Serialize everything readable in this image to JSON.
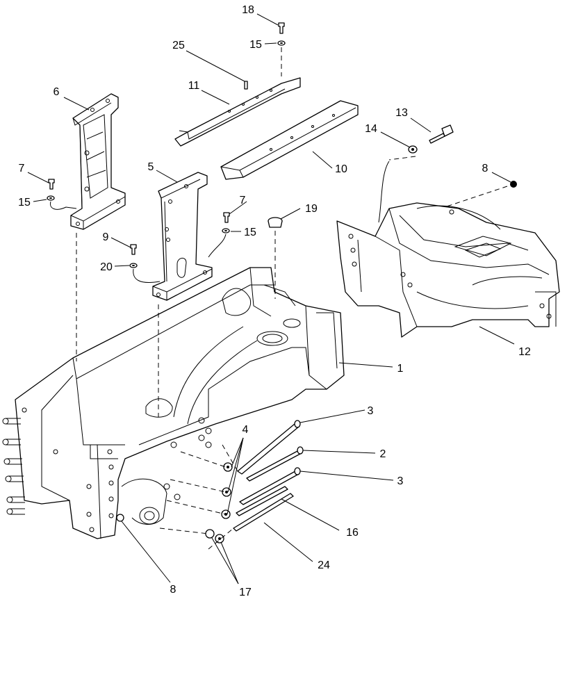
{
  "diagram": {
    "callouts": [
      {
        "id": "c18",
        "label": "18"
      },
      {
        "id": "c25",
        "label": "25"
      },
      {
        "id": "c15a",
        "label": "15"
      },
      {
        "id": "c11",
        "label": "11"
      },
      {
        "id": "c6",
        "label": "6"
      },
      {
        "id": "c13",
        "label": "13"
      },
      {
        "id": "c14",
        "label": "14"
      },
      {
        "id": "c10",
        "label": "10"
      },
      {
        "id": "c7a",
        "label": "7"
      },
      {
        "id": "c5",
        "label": "5"
      },
      {
        "id": "c8a",
        "label": "8"
      },
      {
        "id": "c15b",
        "label": "15"
      },
      {
        "id": "c7b",
        "label": "7"
      },
      {
        "id": "c19",
        "label": "19"
      },
      {
        "id": "c15c",
        "label": "15"
      },
      {
        "id": "c9",
        "label": "9"
      },
      {
        "id": "c20",
        "label": "20"
      },
      {
        "id": "c12",
        "label": "12"
      },
      {
        "id": "c1",
        "label": "1"
      },
      {
        "id": "c3a",
        "label": "3"
      },
      {
        "id": "c4",
        "label": "4"
      },
      {
        "id": "c2",
        "label": "2"
      },
      {
        "id": "c3b",
        "label": "3"
      },
      {
        "id": "c16",
        "label": "16"
      },
      {
        "id": "c24",
        "label": "24"
      },
      {
        "id": "c8b",
        "label": "8"
      },
      {
        "id": "c17",
        "label": "17"
      }
    ]
  }
}
